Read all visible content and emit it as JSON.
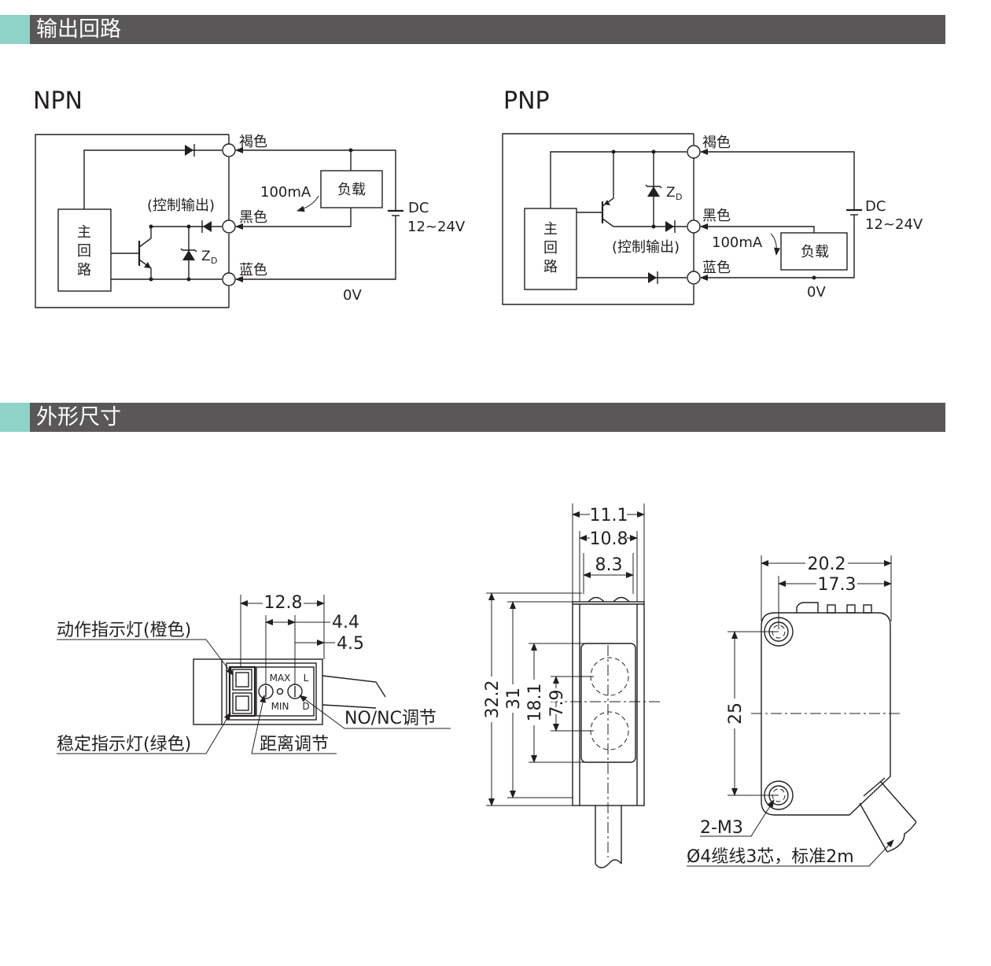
{
  "sections": {
    "output_circuit": "输出回路",
    "dimensions": "外形尺寸"
  },
  "npn": {
    "title": "NPN",
    "brown": "褐色",
    "black": "黑色",
    "blue": "蓝色",
    "current": "100mA",
    "load": "负载",
    "control_output": "(控制输出)",
    "zener_z": "Z",
    "zener_d": "D",
    "main_circuit": [
      "主",
      "回",
      "路"
    ],
    "dc": "DC",
    "voltage": "12~24V",
    "zero_v": "0V"
  },
  "pnp": {
    "title": "PNP",
    "brown": "褐色",
    "black": "黑色",
    "blue": "蓝色",
    "current": "100mA",
    "load": "负载",
    "control_output": "(控制输出)",
    "zener_z": "Z",
    "zener_d": "D",
    "main_circuit": [
      "主",
      "回",
      "路"
    ],
    "dc": "DC",
    "voltage": "12~24V",
    "zero_v": "0V"
  },
  "top_view": {
    "dim_12_8": "12.8",
    "dim_4_4": "4.4",
    "dim_4_5": "4.5",
    "action_indicator": "动作指示灯(橙色)",
    "stable_indicator": "稳定指示灯(绿色)",
    "distance_adjust": "距离调节",
    "nonc_adjust": "NO/NC调节",
    "max": "MAX",
    "min": "MIN",
    "l": "L",
    "d": "D"
  },
  "front_view": {
    "dim_11_1": "11.1",
    "dim_10_8": "10.8",
    "dim_8_3": "8.3",
    "dim_32_2": "32.2",
    "dim_31": "31",
    "dim_18_1": "18.1",
    "dim_7_9": "7.9"
  },
  "side_view": {
    "dim_20_2": "20.2",
    "dim_17_3": "17.3",
    "dim_25": "25",
    "screw": "2-M3",
    "cable": "Ø4缆线3芯，标准2m"
  }
}
